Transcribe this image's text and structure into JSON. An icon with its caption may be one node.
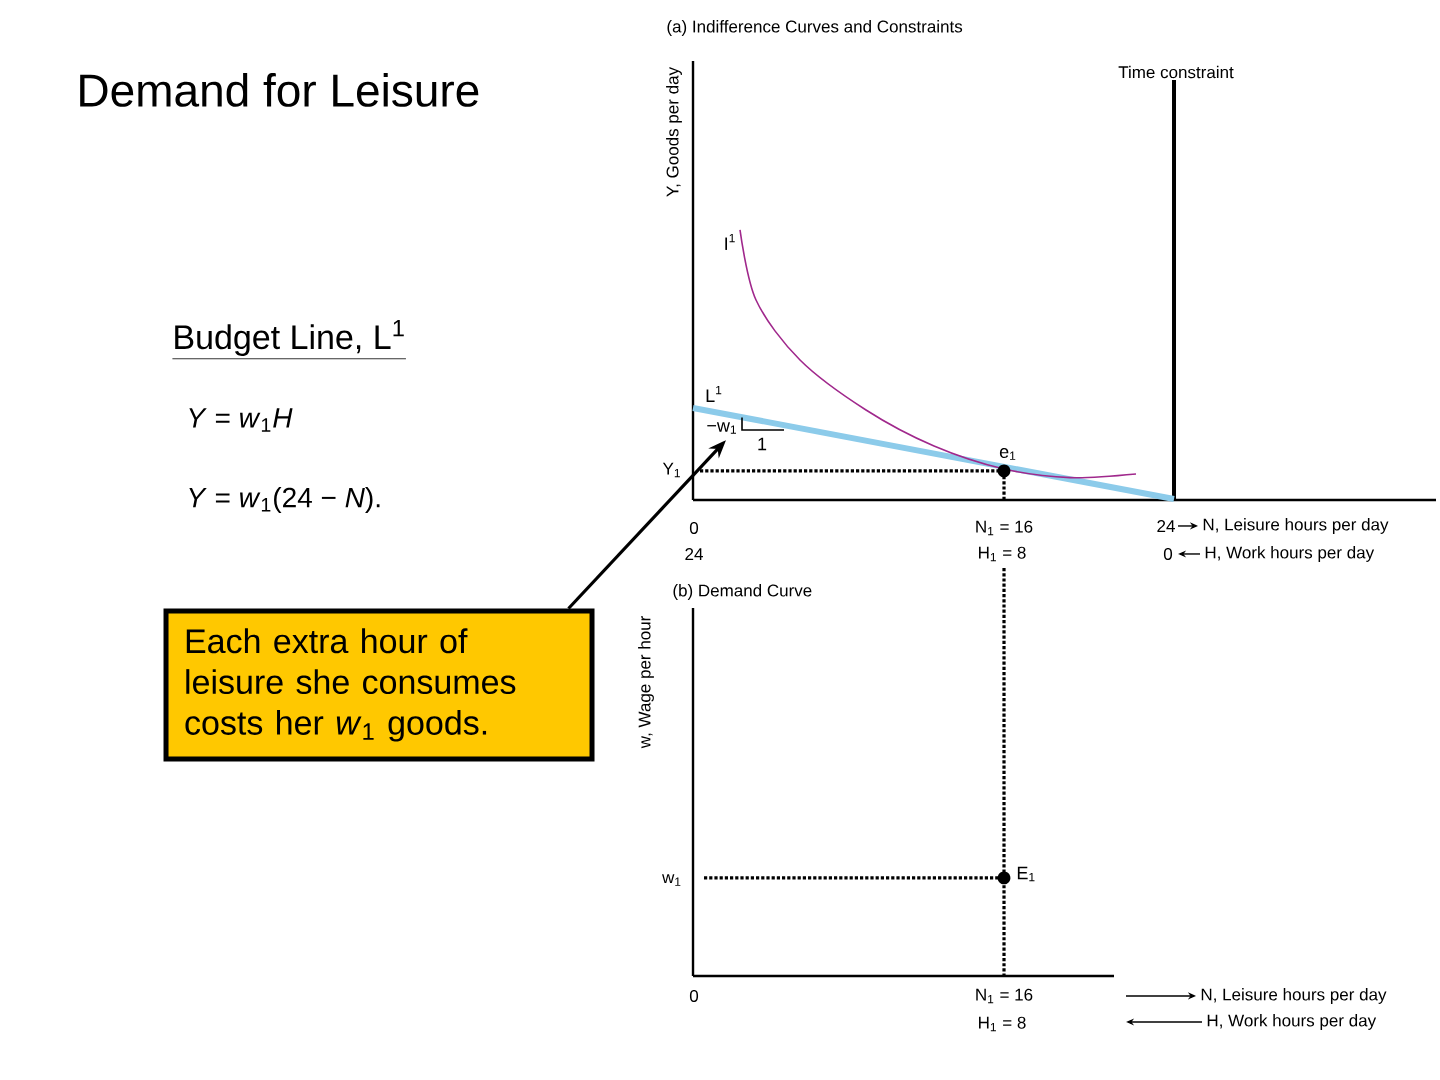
{
  "diagram": {
    "title": "Demand for Leisure",
    "nodes": [
      {
        "text": [
          "Each extra hour of leisure she consumes costs her *w*$_{1}$ goods."
        ]
      },
      {
        "text": [
          "−w$_{1}$"
        ]
      }
    ],
    "edges": [
      {
        "from": 0,
        "to": 1,
        "arrow": "to"
      }
    ],
    "labels": [
      "(a) Indifference Curves and Constraints",
      "Y, Goods per day",
      "Time constraint",
      "I$^{1}$",
      "Budget Line, L$^{1}$",
      "*Y* = *w*$_{1}$*H*",
      "L$^{1}$",
      "1",
      "Y$_{1}$",
      "e$_{1}$",
      "*Y* = *w*$_{1}$(24 − *N*).",
      "0",
      "N$_{1}$ = 16",
      "24",
      "N, Leisure hours per day",
      "24",
      "H$_{1}$ = 8",
      "0",
      "H, Work hours per day",
      "(b) Demand Curve",
      "w, Wage per hour",
      "w$_{1}$",
      "E$_{1}$",
      "0",
      "N$_{1}$ = 16",
      "N, Leisure hours per day",
      "H$_{1}$ = 8",
      "H, Work hours per day"
    ]
  }
}
